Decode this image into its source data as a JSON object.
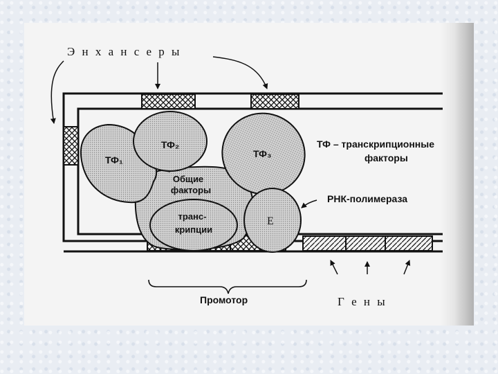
{
  "diagram": {
    "enhancers_label": "Э н х а н с е р ы",
    "tf1_label": "ТФ₁",
    "tf2_label": "ТФ₂",
    "tf3_label": "ТФ₃",
    "general_factors_line1": "Общие",
    "general_factors_line2": "факторы",
    "transcription_line1": "транс-",
    "transcription_line2": "крипции",
    "polymerase_letter": "Е",
    "legend_tf_line1": "ТФ – транскрипционные",
    "legend_tf_line2": "факторы",
    "polymerase_label": "РНК-полимераза",
    "promoter_label": "Промотор",
    "genes_label": "Г е н ы"
  },
  "colors": {
    "ink": "#111111",
    "blob_fill": "#c9c9c9",
    "paper": "#f4f4f4"
  }
}
